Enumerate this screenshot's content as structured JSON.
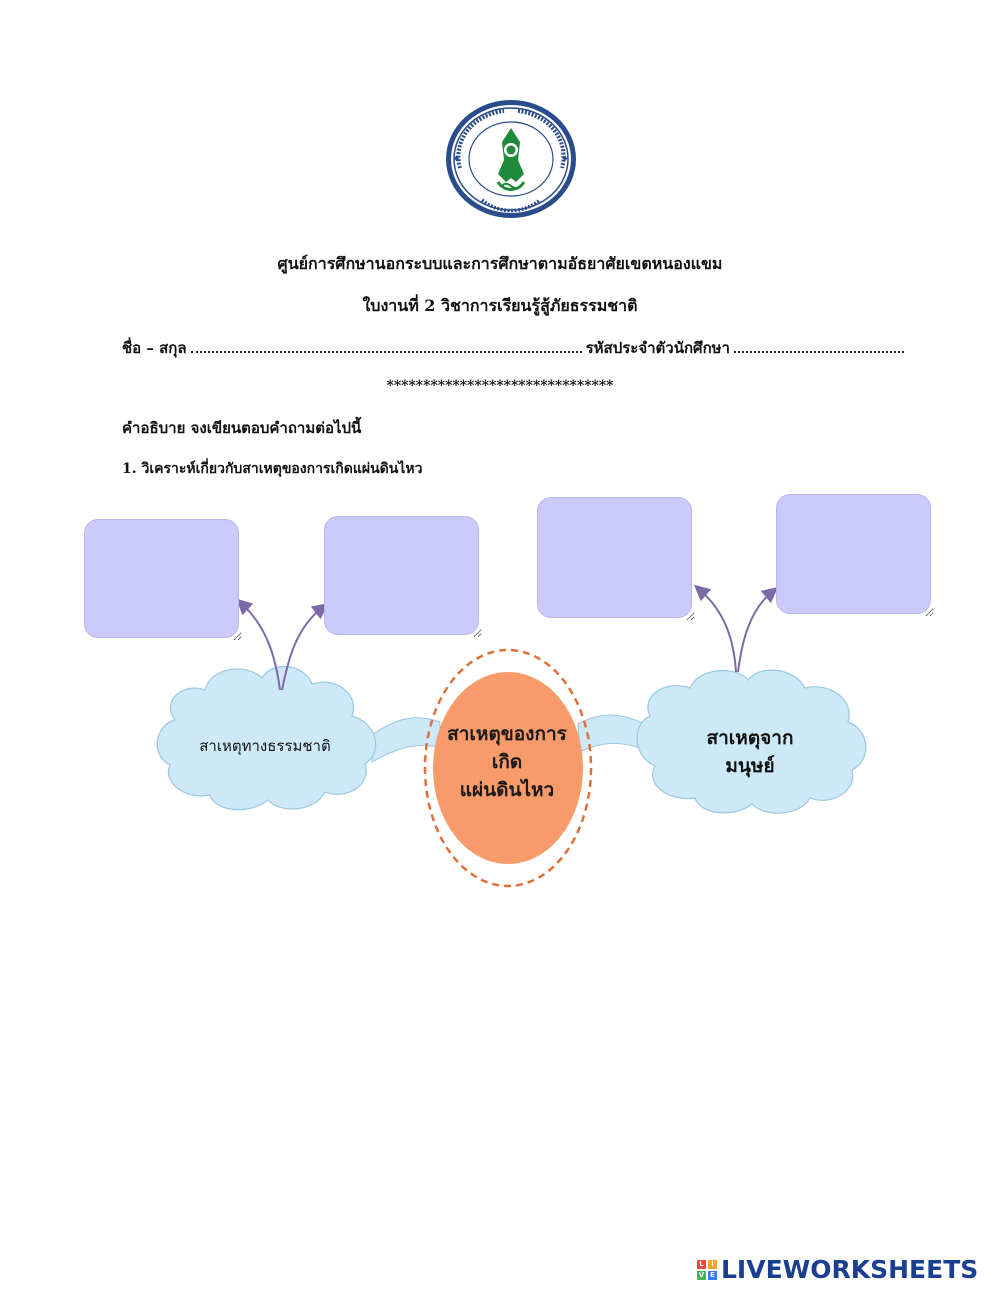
{
  "seal": {
    "ring_text_left": "ศูนย์การศึกษานอกระบบและการศึกษาตามอัธยาศัยเขตหนองแขม",
    "ring_text_bottom": "กรุงเทพมหานคร",
    "colors": {
      "outer": "#2a4c8c",
      "emblem": "#1f8a3a",
      "ring": "#ffffff"
    }
  },
  "header": {
    "center_name": "ศูนย์การศึกษานอกระบบและการศึกษาตามอัธยาศัยเขตหนองแขม",
    "worksheet_title": "ใบงานที่ 2 วิชาการเรียนรู้สู้ภัยธรรมชาติ"
  },
  "name_row": {
    "name_label": "ชื่อ – สกุล",
    "student_id_label": "รหัสประจำตัวนักศึกษา"
  },
  "separator": "*******************************",
  "instructions": {
    "label": "คำอธิบาย  จงเขียนตอบคำถามต่อไปนี้",
    "question_1": "1.   วิเคราะห์เกี่ยวกับสาเหตุของการเกิดแผ่นดินไหว"
  },
  "diagram": {
    "center": [
      "สาเหตุของการ",
      "เกิด",
      "แผ่นดินไหว"
    ],
    "left_cloud": "สาเหตุทางธรรมชาติ",
    "right_cloud": [
      "สาเหตุจาก",
      "มนุษย์"
    ],
    "colors": {
      "center_fill": "#f79b6b",
      "center_ring": "#e0703a",
      "cloud_fill": "#cde9f7",
      "cloud_stroke": "#9cc7e0",
      "box_fill": "#cccafb",
      "arrow": "#7b6aa6"
    }
  },
  "footer": {
    "brand": "LIVEWORKSHEETS",
    "badge_letters": [
      "L",
      "I",
      "V",
      "E"
    ]
  }
}
